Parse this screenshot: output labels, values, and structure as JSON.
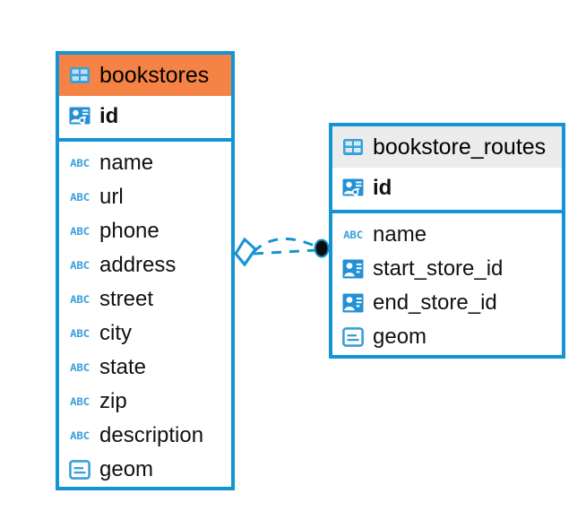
{
  "diagram": {
    "type": "entity-relationship-diagram",
    "background": "#ffffff",
    "accent_border": "#1594d3",
    "accent_header_orange": "#f58345",
    "accent_header_grey": "#ececec",
    "icon_blue": "#3a9fdc",
    "connector_color": "#1594d3",
    "connector_endpoint_fill": "#0d0d0d"
  },
  "entities": [
    {
      "name": "bookstores",
      "header_style": "accent-orange",
      "table_icon": "table-icon",
      "primary_key": {
        "label": "id",
        "icon": "primary-key-icon"
      },
      "fields": [
        {
          "label": "name",
          "icon": "text-abc-icon"
        },
        {
          "label": "url",
          "icon": "text-abc-icon"
        },
        {
          "label": "phone",
          "icon": "text-abc-icon"
        },
        {
          "label": "address",
          "icon": "text-abc-icon"
        },
        {
          "label": "street",
          "icon": "text-abc-icon"
        },
        {
          "label": "city",
          "icon": "text-abc-icon"
        },
        {
          "label": "state",
          "icon": "text-abc-icon"
        },
        {
          "label": "zip",
          "icon": "text-abc-icon"
        },
        {
          "label": "description",
          "icon": "text-abc-icon"
        },
        {
          "label": "geom",
          "icon": "geometry-icon"
        }
      ]
    },
    {
      "name": "bookstore_routes",
      "header_style": "accent-grey",
      "table_icon": "table-icon",
      "primary_key": {
        "label": "id",
        "icon": "primary-key-icon"
      },
      "fields": [
        {
          "label": "name",
          "icon": "text-abc-icon"
        },
        {
          "label": "start_store_id",
          "icon": "foreign-key-icon"
        },
        {
          "label": "end_store_id",
          "icon": "foreign-key-icon"
        },
        {
          "label": "geom",
          "icon": "geometry-icon"
        }
      ]
    }
  ],
  "relationship": {
    "from_entity": "bookstores",
    "to_entity": "bookstore_routes",
    "from_endpoint": "open-diamond",
    "to_endpoint": "filled-circle",
    "line_style": "dashed"
  },
  "icon_labels": {
    "abc": "ABC"
  }
}
